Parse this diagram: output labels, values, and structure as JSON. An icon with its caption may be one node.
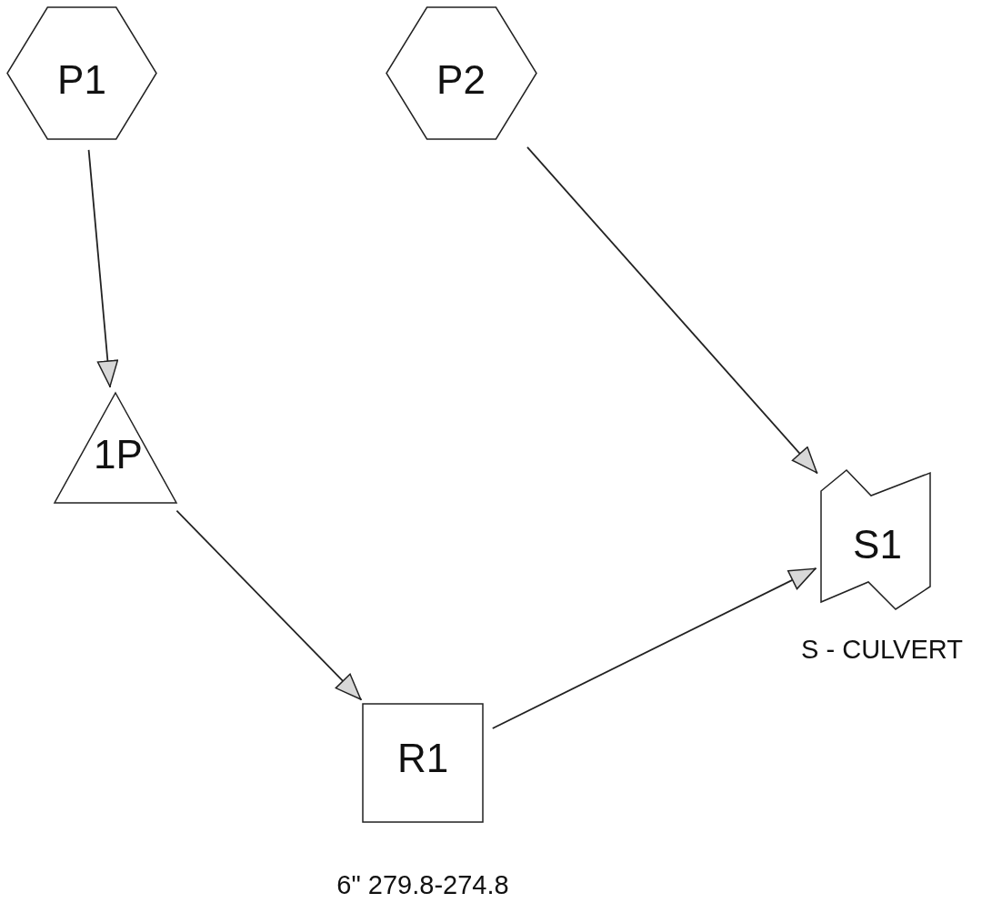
{
  "diagram": {
    "nodes": [
      {
        "text": [
          "P1"
        ]
      },
      {
        "text": [
          "P2"
        ]
      },
      {
        "text": [
          "1P"
        ]
      },
      {
        "text": [
          "R1"
        ],
        "beside": [
          "6\" 279.8-274.8"
        ]
      },
      {
        "text": [
          "S1"
        ],
        "beside": [
          "S - CULVERT"
        ]
      }
    ],
    "edges": [
      {
        "from": 0,
        "to": 2,
        "arrow": "to"
      },
      {
        "from": 2,
        "to": 3,
        "arrow": "to"
      },
      {
        "from": 3,
        "to": 4,
        "arrow": "to"
      },
      {
        "from": 1,
        "to": 4,
        "arrow": "to"
      }
    ]
  }
}
